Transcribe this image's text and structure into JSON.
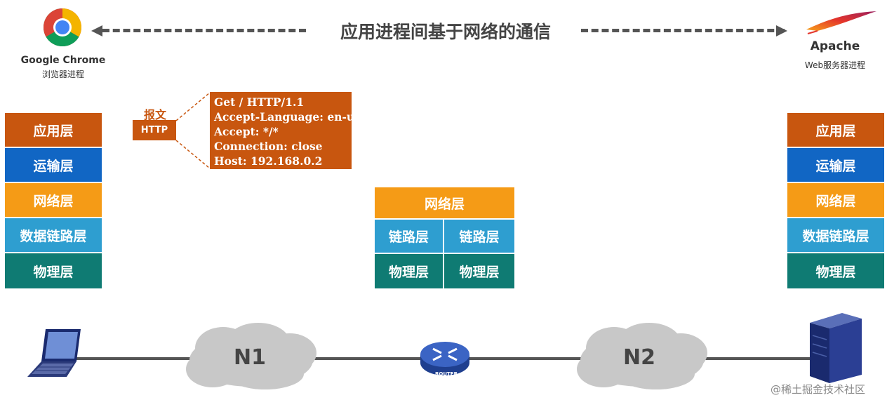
{
  "title": "应用进程间基于网络的通信",
  "client": {
    "name": "Google Chrome",
    "sub": "浏览器进程"
  },
  "server": {
    "name": "Apache",
    "sub": "Web服务器进程"
  },
  "client_stack": [
    "应用层",
    "运输层",
    "网络层",
    "数据链路层",
    "物理层"
  ],
  "server_stack": [
    "应用层",
    "运输层",
    "网络层",
    "数据链路层",
    "物理层"
  ],
  "router_stack": {
    "network": "网络层",
    "link_left": "链路层",
    "link_right": "链路层",
    "phy_left": "物理层",
    "phy_right": "物理层"
  },
  "message": {
    "label": "报文",
    "protocol": "HTTP",
    "lines": [
      "Get / HTTP/1.1",
      "Accept-Language: en-us",
      "Accept: */*",
      "Connection: close",
      "Host: 192.168.0.2"
    ]
  },
  "networks": {
    "n1": "N1",
    "n2": "N2",
    "router": "ROUTER"
  },
  "watermark": "@稀土掘金技术社区",
  "colors": {
    "application": "#c8560f",
    "transport": "#1166c4",
    "network": "#f59b16",
    "datalink": "#2e9ed0",
    "physical": "#0f7b73"
  }
}
